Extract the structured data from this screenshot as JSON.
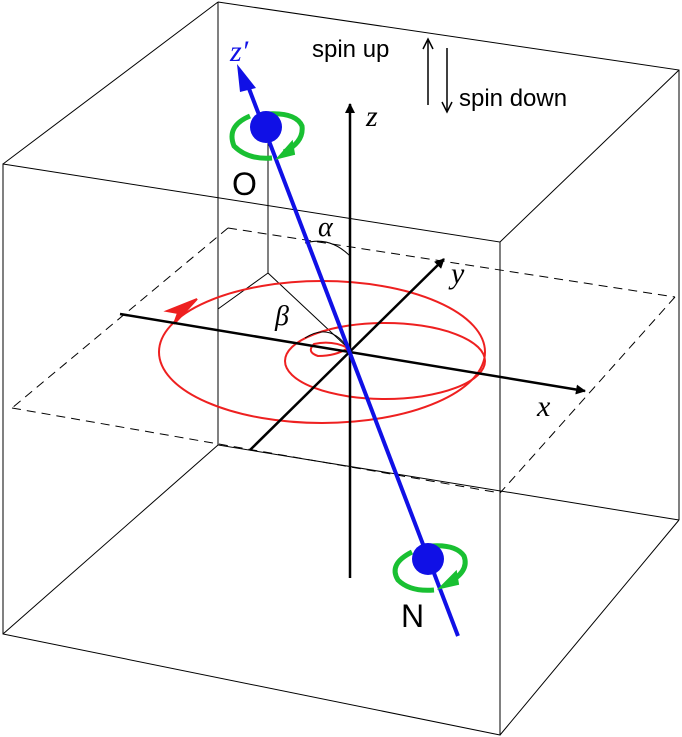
{
  "legend": {
    "spin_up": "spin up",
    "spin_down": "spin down"
  },
  "axes": {
    "x": "x",
    "y": "y",
    "z": "z",
    "z_prime": "z′"
  },
  "angles": {
    "alpha": "α",
    "beta": "β"
  },
  "atoms": {
    "top": "O",
    "bottom": "N"
  },
  "colors": {
    "molecular_axis": "#1010e6",
    "atom": "#1010e6",
    "precession_path": "#ee2020",
    "spin_rotation": "#19c032",
    "frame": "#000000"
  }
}
